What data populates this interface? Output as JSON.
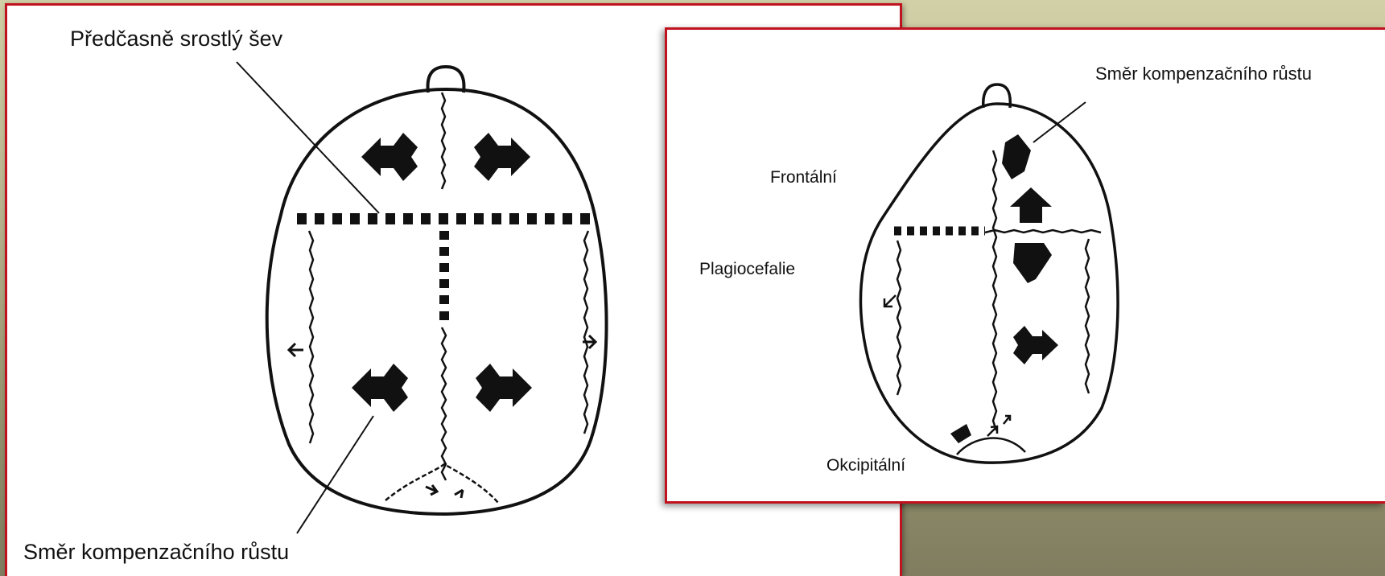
{
  "left_diagram": {
    "label_fused_suture": "Předčasně srostlý šev",
    "label_growth_direction": "Směr kompenzačního růstu"
  },
  "right_diagram": {
    "label_growth_direction": "Směr kompenzačního růstu",
    "label_frontal": "Frontální",
    "label_plagiocephaly": "Plagiocefalie",
    "label_occipital": "Okcipitální"
  },
  "colors": {
    "panel_border": "#c1121f",
    "background_top": "#d2d0a6",
    "background_bottom": "#807d60",
    "ink": "#111111"
  }
}
